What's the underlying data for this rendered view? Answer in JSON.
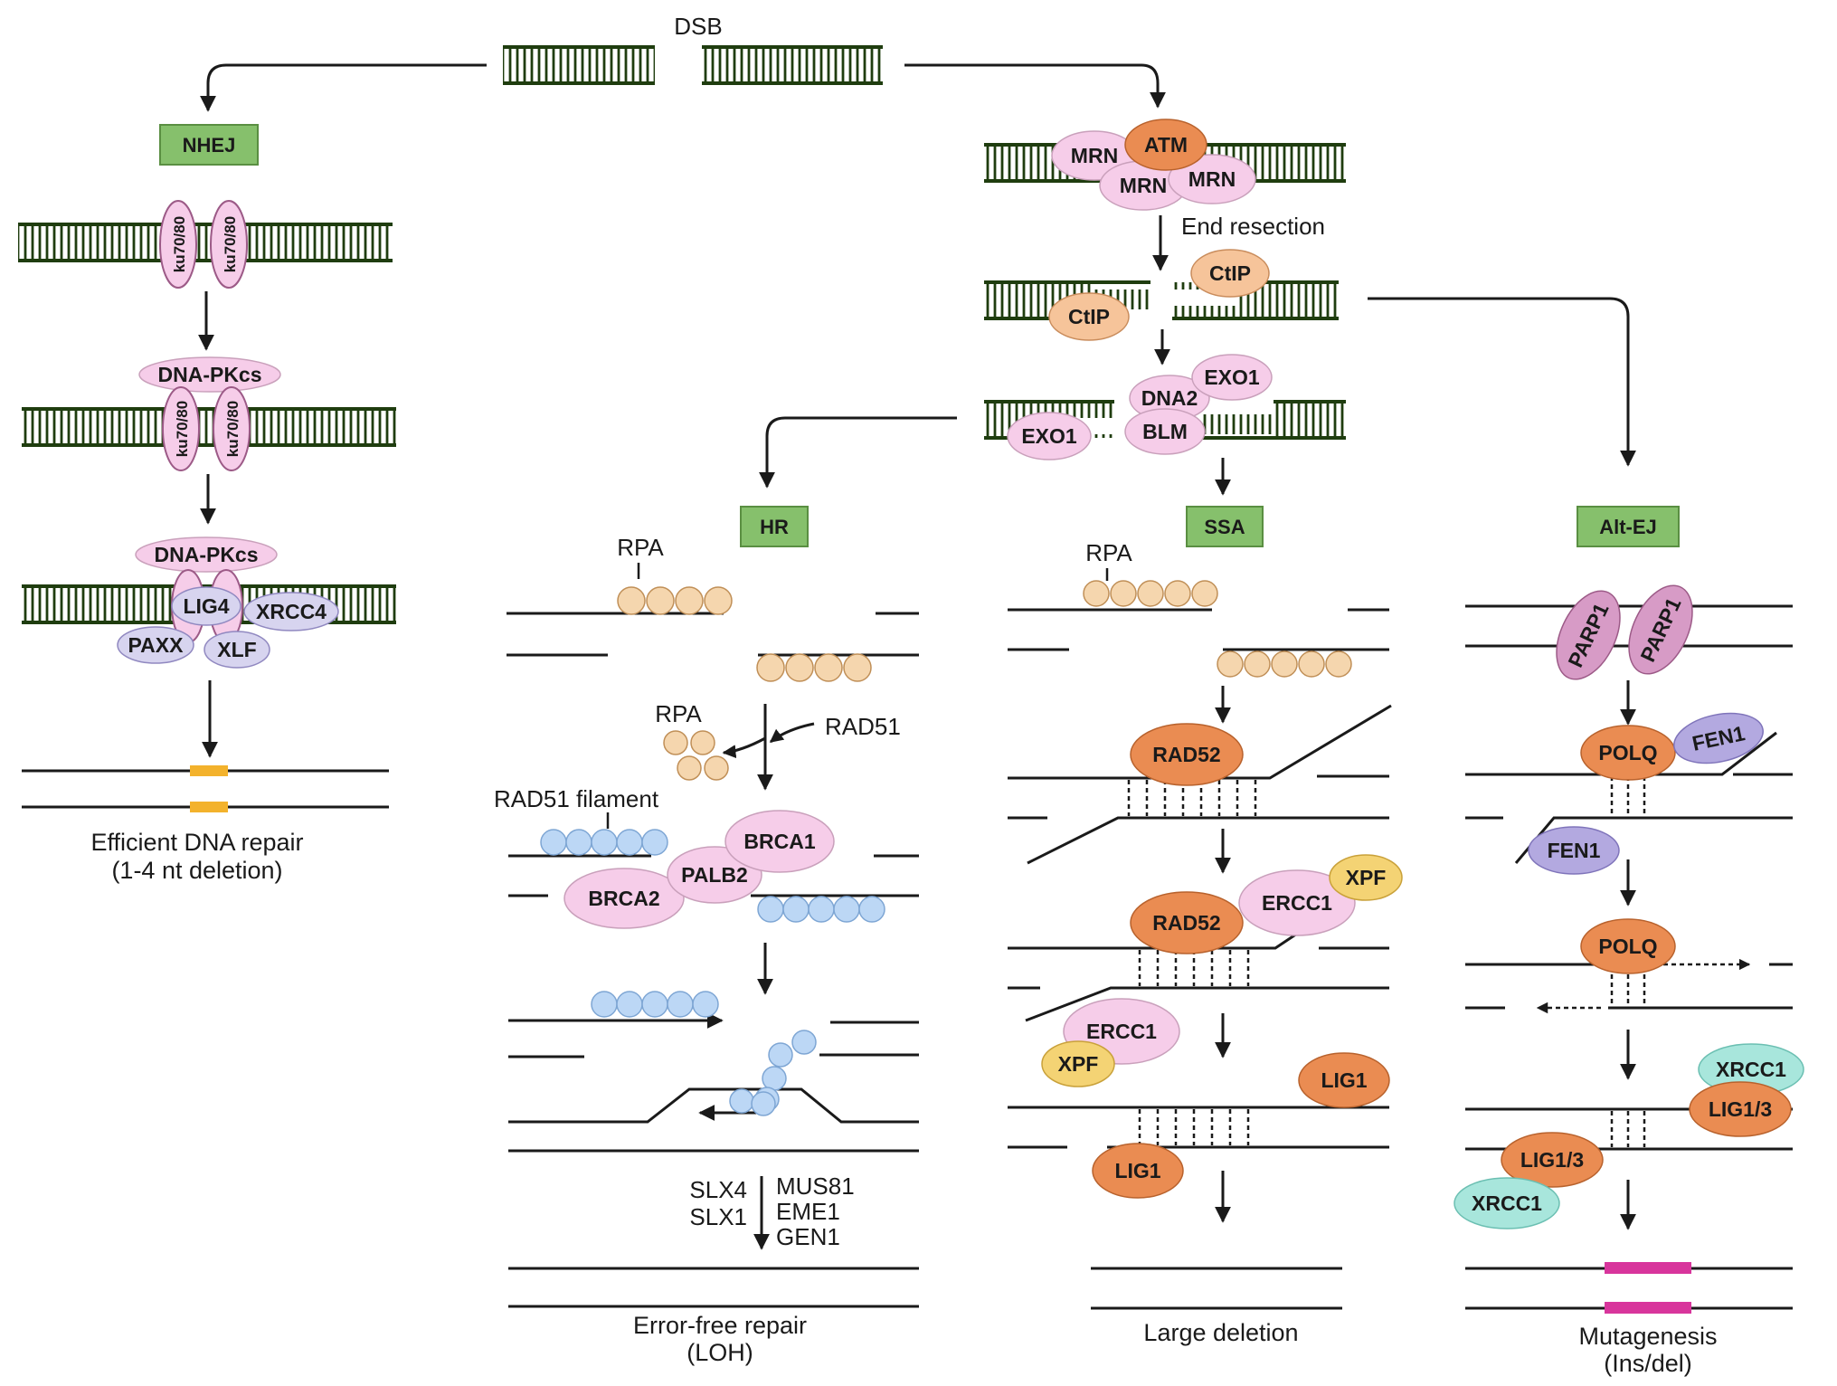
{
  "dsb_label": "DSB",
  "pathways": {
    "nhej": "NHEJ",
    "hr": "HR",
    "ssa": "SSA",
    "altej": "Alt-EJ"
  },
  "labels": {
    "end_resection": "End resection",
    "rpa": "RPA",
    "rad51": "RAD51",
    "rad51_filament": "RAD51 filament",
    "slx4": "SLX4",
    "slx1": "SLX1",
    "mus81": "MUS81",
    "eme1": "EME1",
    "gen1": "GEN1"
  },
  "proteins": {
    "ku": "ku70/80",
    "dnapkcs": "DNA-PKcs",
    "lig4": "LIG4",
    "xrcc4": "XRCC4",
    "paxx": "PAXX",
    "xlf": "XLF",
    "mrn": "MRN",
    "atm": "ATM",
    "ctip": "CtIP",
    "exo1": "EXO1",
    "dna2": "DNA2",
    "blm": "BLM",
    "brca1": "BRCA1",
    "brca2": "BRCA2",
    "palb2": "PALB2",
    "rad52": "RAD52",
    "ercc1": "ERCC1",
    "xpf": "XPF",
    "lig1": "LIG1",
    "parp1": "PARP1",
    "polq": "POLQ",
    "fen1": "FEN1",
    "xrcc1": "XRCC1",
    "lig13": "LIG1/3"
  },
  "outcomes": {
    "nhej_line1": "Efficient DNA repair",
    "nhej_line2": "(1-4 nt deletion)",
    "hr_line1": "Error-free repair",
    "hr_line2": "(LOH)",
    "ssa_line1": "Large deletion",
    "alt_line1": "Mutagenesis",
    "alt_line2": "(Ins/del)"
  },
  "colors": {
    "dna_green": "#1f3d0f",
    "pathway_box": "#86c06c",
    "pink": "#f6cde9",
    "lavender": "#d7d4ef",
    "orange": "#ea8c52",
    "peach": "#f6c49a",
    "rpa": "#f5d6ae",
    "rad51_blue": "#bcd7f5",
    "xpf_yellow": "#f4d374",
    "teal": "#a8e6dc",
    "parp_mauve": "#d79bc6",
    "fen_purple": "#b3a9e0",
    "nhej_mark": "#f3b22c",
    "altej_mark": "#d8359c"
  }
}
